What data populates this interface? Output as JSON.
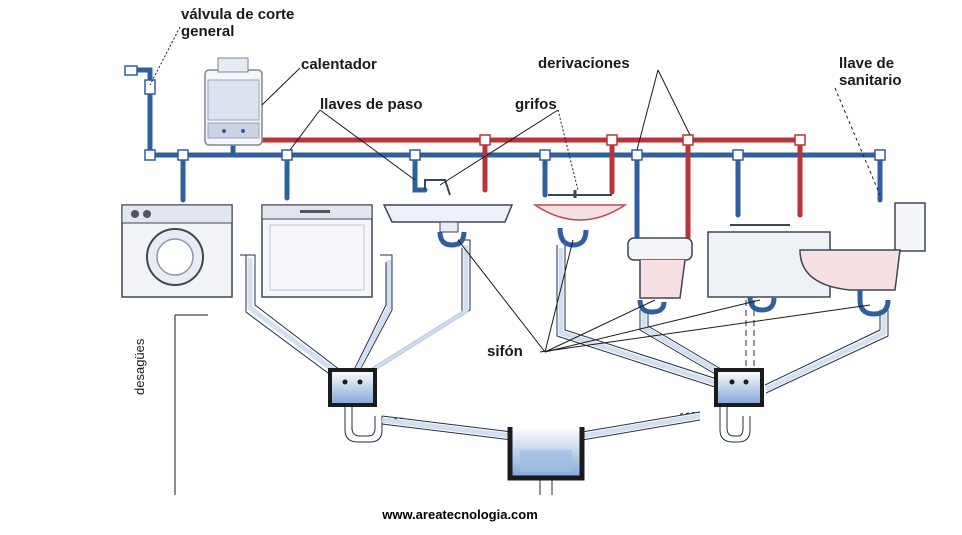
{
  "labels": {
    "valvula_corte_general": "válvula de corte general",
    "calentador": "calentador",
    "llaves_de_paso": "llaves de paso",
    "grifos": "grifos",
    "derivaciones": "derivaciones",
    "llave_de_sanitario": "llave de sanitario",
    "sifon": "sifón",
    "desagues": "desagües"
  },
  "footer": {
    "url": "www.areatecnologia.com"
  },
  "colors": {
    "cold_water": "#2f5f9e",
    "hot_water": "#b8343a",
    "drain": "#b9cde6",
    "outline": "#1f2f4a",
    "box": "#1b1b1b"
  }
}
